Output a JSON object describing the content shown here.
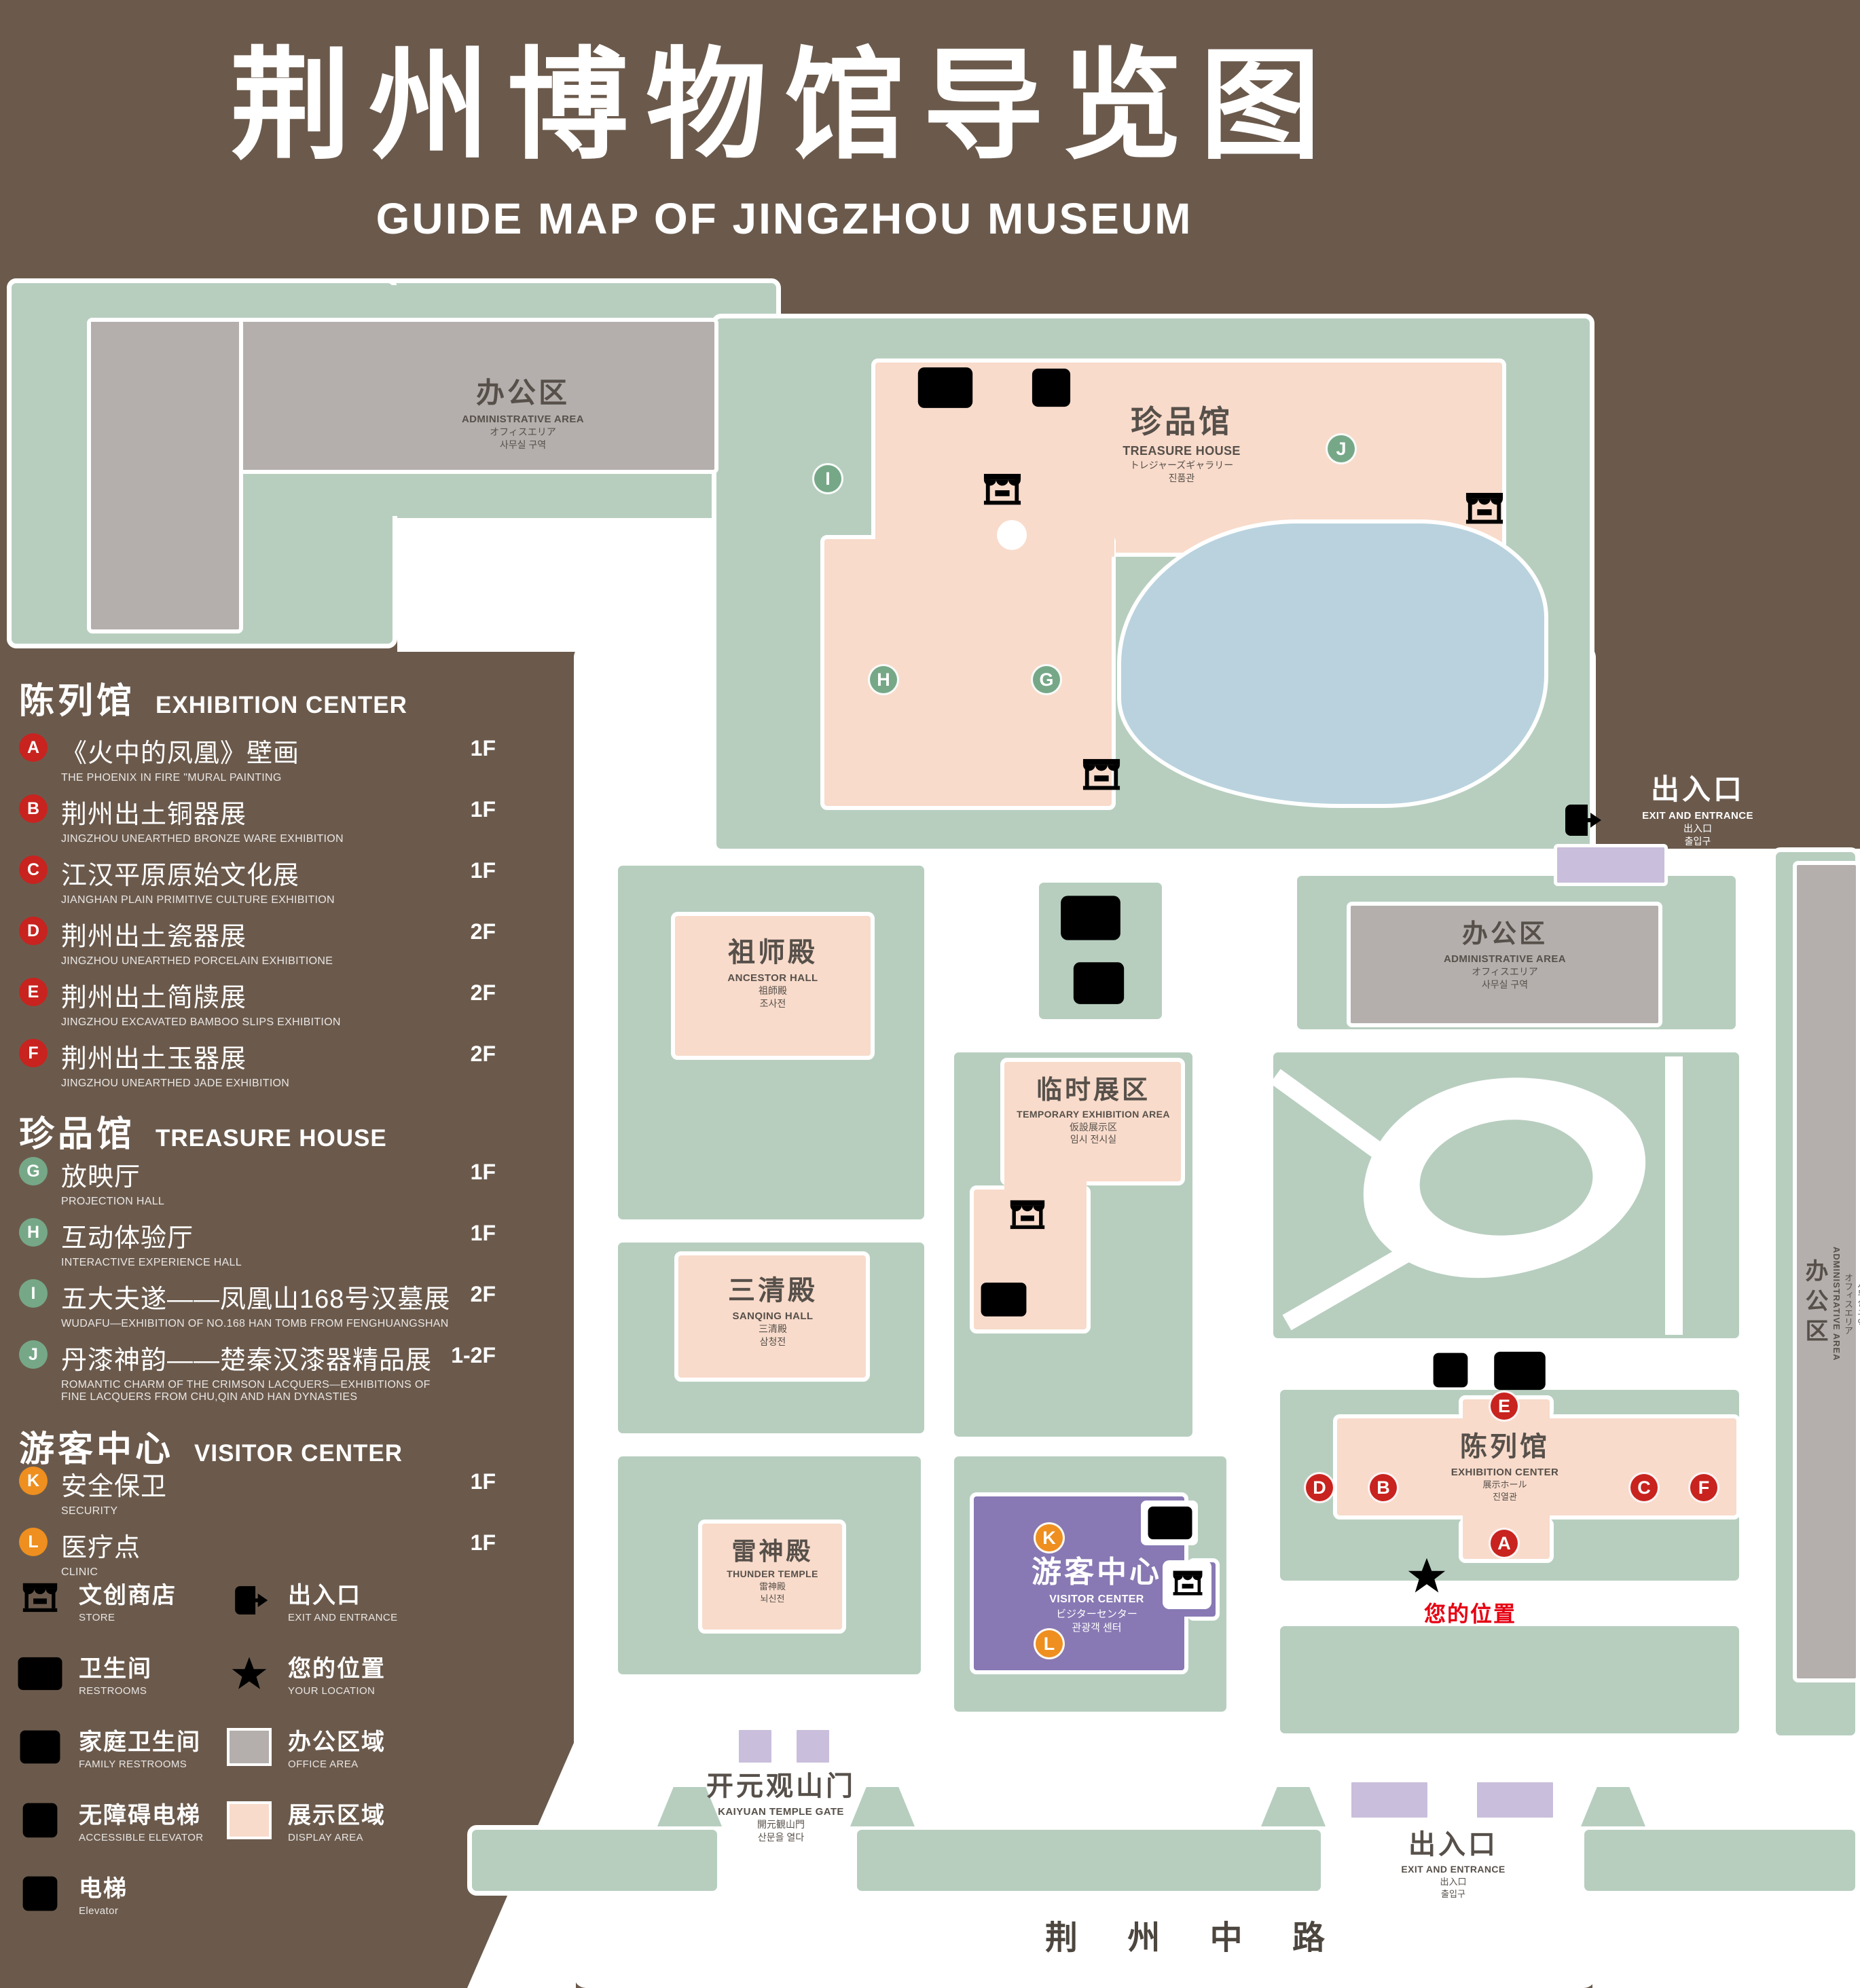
{
  "header": {
    "title": "荆州博物馆导览图",
    "subtitle": "GUIDE MAP OF JINGZHOU MUSEUM"
  },
  "colors": {
    "background_brown": "#6b5a4c",
    "map_green": "#b7cebf",
    "display_area_pink": "#f8dbcb",
    "office_gray": "#b4afac",
    "visitor_purple": "#8879b4",
    "lake_blue": "#b9d2de",
    "entrance_lavender": "#c9bedb",
    "marker_red": "#c8231f",
    "marker_green": "#76a888",
    "marker_orange": "#ee8f1f",
    "icon_brown": "#5d4639",
    "location_red": "#e60012"
  },
  "sidebar": {
    "sections": [
      {
        "zh": "陈列馆",
        "en": "EXHIBITION CENTER"
      },
      {
        "zh": "珍品馆",
        "en": "TREASURE HOUSE"
      },
      {
        "zh": "游客中心",
        "en": "VISITOR CENTER"
      }
    ],
    "items": [
      {
        "key": "A",
        "zh": "《火中的凤凰》壁画",
        "en": "THE PHOENIX IN FIRE \"MURAL PAINTING",
        "floor": "1F"
      },
      {
        "key": "B",
        "zh": "荆州出土铜器展",
        "en": "JINGZHOU UNEARTHED BRONZE WARE EXHIBITION",
        "floor": "1F"
      },
      {
        "key": "C",
        "zh": "江汉平原原始文化展",
        "en": "JIANGHAN PLAIN PRIMITIVE CULTURE EXHIBITION",
        "floor": "1F"
      },
      {
        "key": "D",
        "zh": "荆州出土瓷器展",
        "en": "JINGZHOU UNEARTHED PORCELAIN EXHIBITIONE",
        "floor": "2F"
      },
      {
        "key": "E",
        "zh": "荆州出土简牍展",
        "en": "JINGZHOU EXCAVATED BAMBOO SLIPS EXHIBITION",
        "floor": "2F"
      },
      {
        "key": "F",
        "zh": "荆州出土玉器展",
        "en": "JINGZHOU UNEARTHED JADE EXHIBITION",
        "floor": "2F"
      },
      {
        "key": "G",
        "zh": "放映厅",
        "en": "PROJECTION HALL",
        "floor": "1F"
      },
      {
        "key": "H",
        "zh": "互动体验厅",
        "en": "INTERACTIVE EXPERIENCE HALL",
        "floor": "1F"
      },
      {
        "key": "I",
        "zh": "五大夫遂——凤凰山168号汉墓展",
        "en": "WUDAFU—EXHIBITION OF NO.168 HAN TOMB FROM FENGHUANGSHAN",
        "floor": "2F"
      },
      {
        "key": "J",
        "zh": "丹漆神韵——楚秦汉漆器精品展",
        "en": "ROMANTIC CHARM OF THE CRIMSON LACQUERS—EXHIBITIONS OF FINE LACQUERS FROM CHU,QIN AND HAN DYNASTIES",
        "floor": "1-2F"
      },
      {
        "key": "K",
        "zh": "安全保卫",
        "en": "SECURITY",
        "floor": "1F"
      },
      {
        "key": "L",
        "zh": "医疗点",
        "en": "CLINIC",
        "floor": "1F"
      }
    ],
    "legend": [
      {
        "zh": "文创商店",
        "en": "STORE"
      },
      {
        "zh": "出入口",
        "en": "EXIT AND ENTRANCE"
      },
      {
        "zh": "卫生间",
        "en": "RESTROOMS"
      },
      {
        "zh": "您的位置",
        "en": "YOUR LOCATION"
      },
      {
        "zh": "家庭卫生间",
        "en": "FAMILY RESTROOMS"
      },
      {
        "zh": "办公区域",
        "en": "OFFICE AREA"
      },
      {
        "zh": "无障碍电梯",
        "en": "ACCESSIBLE ELEVATOR"
      },
      {
        "zh": "展示区域",
        "en": "DISPLAY AREA"
      },
      {
        "zh": "电梯",
        "en": "Elevator"
      }
    ]
  },
  "map": {
    "labels": {
      "admin": {
        "zh": "办公区",
        "en": "ADMINISTRATIVE AREA",
        "ja": "オフィスエリア",
        "ko": "사무실 구역"
      },
      "treasure": {
        "zh": "珍品馆",
        "en": "TREASURE HOUSE",
        "ja": "トレジャーズギャラリー",
        "ko": "진품관"
      },
      "ancestor": {
        "zh": "祖师殿",
        "en": "ANCESTOR HALL",
        "ja": "祖師殿",
        "ko": "조사전"
      },
      "temporary": {
        "zh": "临时展区",
        "en": "TEMPORARY EXHIBITION AREA",
        "ja": "仮設展示区",
        "ko": "임시 전시실"
      },
      "sanqing": {
        "zh": "三清殿",
        "en": "SANQING HALL",
        "ja": "三清殿",
        "ko": "삼청전"
      },
      "thunder": {
        "zh": "雷神殿",
        "en": "THUNDER TEMPLE",
        "ja": "雷神殿",
        "ko": "뇌신전"
      },
      "visitor": {
        "zh": "游客中心",
        "en": "VISITOR CENTER",
        "ja": "ビジターセンター",
        "ko": "관광객 센터"
      },
      "exhibition": {
        "zh": "陈列馆",
        "en": "EXHIBITION CENTER",
        "ja": "展示ホール",
        "ko": "진열관"
      },
      "gate": {
        "zh": "开元观山门",
        "en": "KAIYUAN TEMPLE GATE",
        "ja": "開元観山門",
        "ko": "산문을 열다"
      },
      "exit": {
        "zh": "出入口",
        "en": "EXIT AND ENTRANCE",
        "ja": "出入口",
        "ko": "출입구"
      },
      "your_location": "您的位置",
      "road": "荆 州 中 路"
    },
    "markers": {
      "A": "A",
      "B": "B",
      "C": "C",
      "D": "D",
      "E": "E",
      "F": "F",
      "G": "G",
      "H": "H",
      "I": "I",
      "J": "J",
      "K": "K",
      "L": "L"
    }
  }
}
